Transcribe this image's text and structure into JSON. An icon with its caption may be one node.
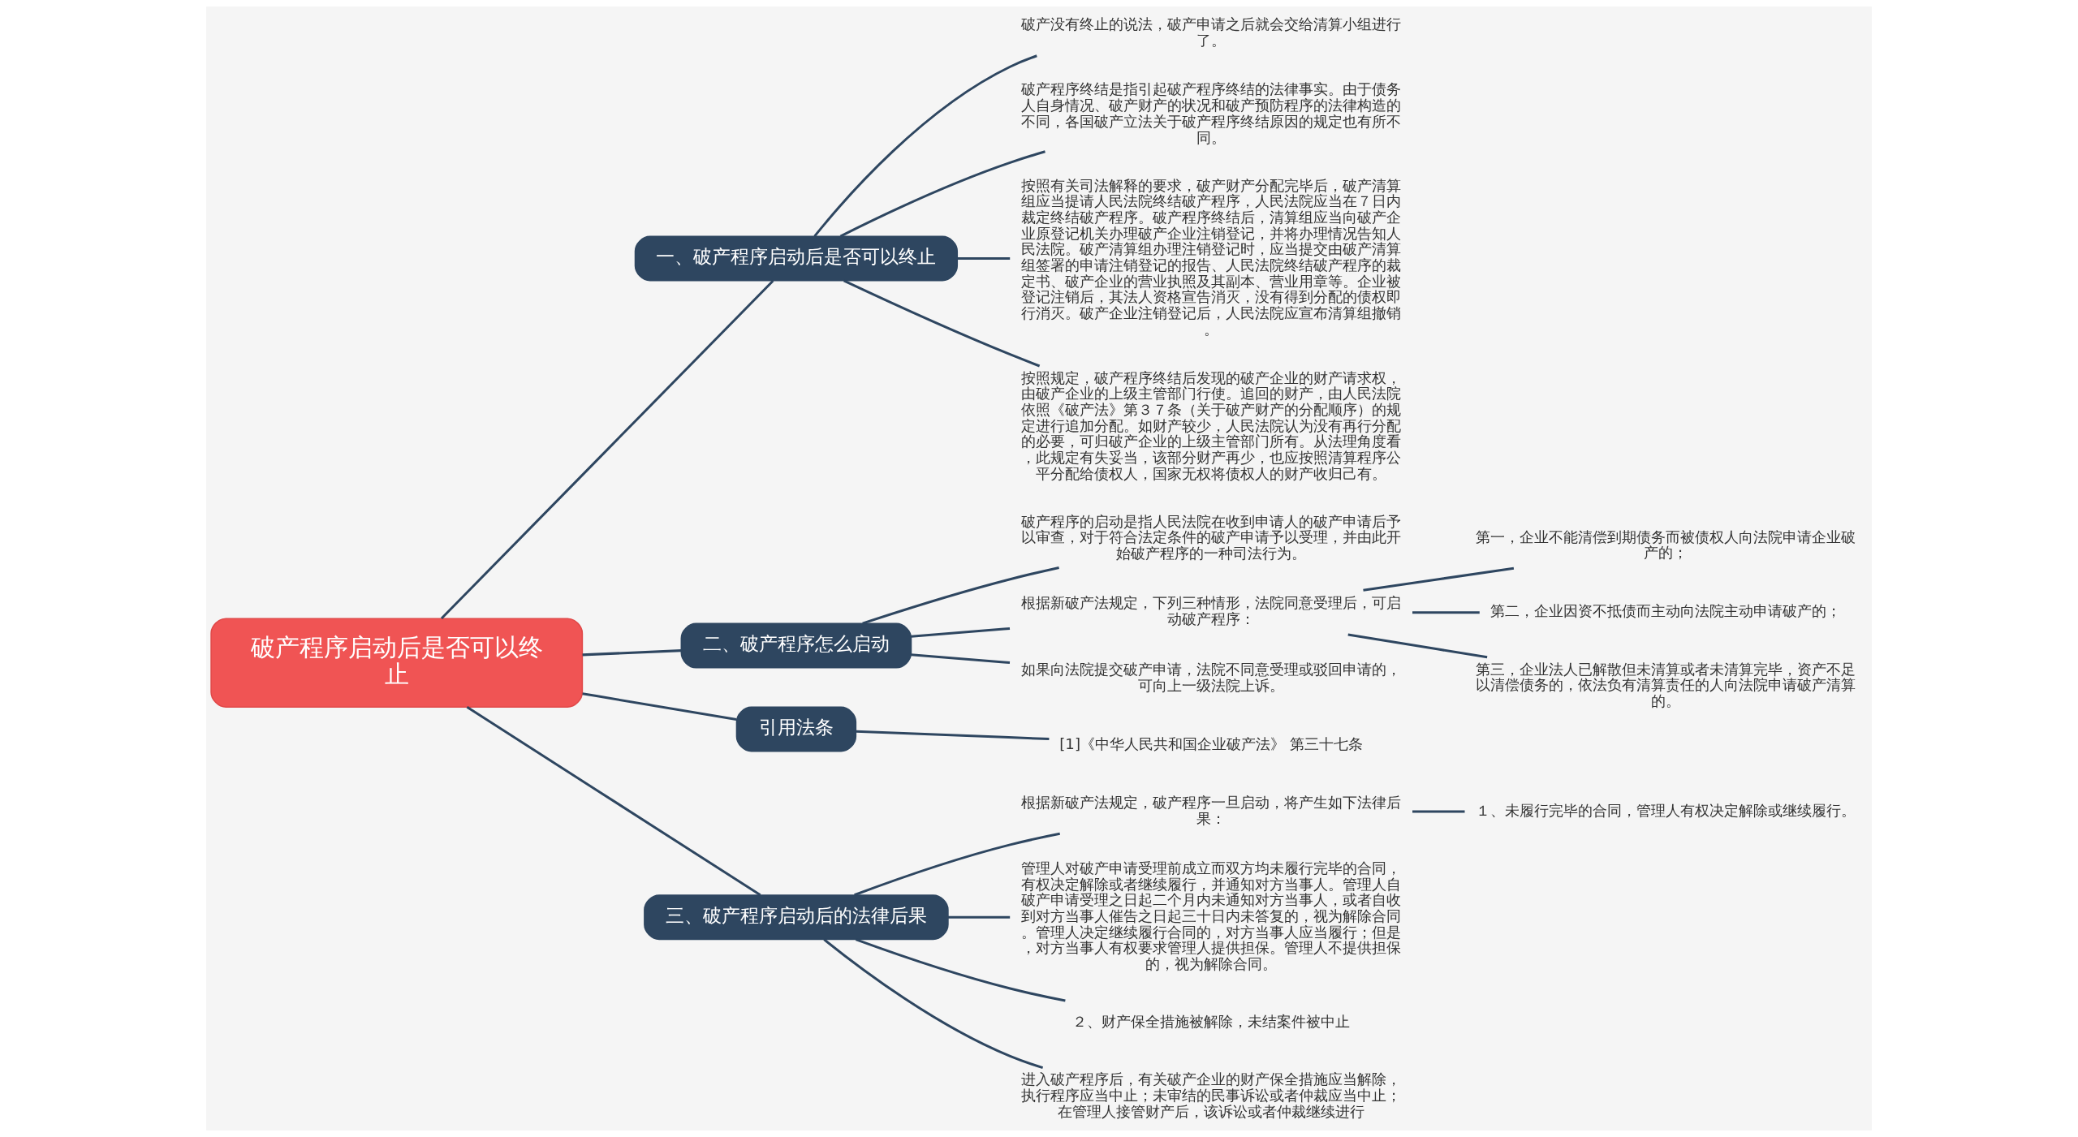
{
  "diagram": {
    "nodes": [
      {
        "text": [
          "破产程序启动后是否可以终止"
        ]
      },
      {
        "text": [
          "一、破产程序启动后是否可以终止"
        ]
      },
      {
        "text": [
          "破产没有终止的说法，破产申请之后就会交给清算小组进行了。"
        ]
      },
      {
        "text": [
          "破产程序终结是指引起破产程序终结的法律事实。由于债务人自身情况、破产财产的状况和破产预防程序的法律构造的不同，各国破产立法关于破产程序终结原因的规定也有所不同。"
        ]
      },
      {
        "text": [
          "按照有关司法解释的要求，破产财产分配完毕后，破产清算组应当提请人民法院终结破产程序，人民法院应当在７日内裁定终结破产程序。破产程序终结后，清算组应当向破产企业原登记机关办理破产企业注销登记，并将办理情况告知人民法院。破产清算组办理注销登记时，应当提交由破产清算组签署的申请注销登记的报告、人民法院终结破产程序的裁定书、破产企业的营业执照及其副本、营业用章等。企业被登记注销后，其法人资格宣告消灭，没有得到分配的债权即行消灭。破产企业注销登记后，人民法院应宣布清算组撤销。"
        ]
      },
      {
        "text": [
          "按照规定，破产程序终结后发现的破产企业的财产请求权，由破产企业的上级主管部门行使。追回的财产，由人民法院依照《破产法》第３７条（关于破产财产的分配顺序）的规定进行追加分配。如财产较少，人民法院认为没有再行分配的必要，可归破产企业的上级主管部门所有。从法理角度看，此规定有失妥当，该部分财产再少，也应按照清算程序公平分配给债权人，国家无权将债权人的财产收归己有。"
        ]
      },
      {
        "text": [
          "二、破产程序怎么启动"
        ]
      },
      {
        "text": [
          "破产程序的启动是指人民法院在收到申请人的破产申请后予以审查，对于符合法定条件的破产申请予以受理，并由此开始破产程序的一种司法行为。"
        ]
      },
      {
        "text": [
          "根据新破产法规定，下列三种情形，法院同意受理后，可启动破产程序："
        ]
      },
      {
        "text": [
          "第一，企业不能清偿到期债务而被债权人向法院申请企业破产的；"
        ]
      },
      {
        "text": [
          "第二，企业因资不抵债而主动向法院主动申请破产的；"
        ]
      },
      {
        "text": [
          "第三，企业法人已解散但未清算或者未清算完毕，资产不足以清偿债务的，依法负有清算责任的人向法院申请破产清算的。"
        ]
      },
      {
        "text": [
          "如果向法院提交破产申请，法院不同意受理或驳回申请的，可向上一级法院上诉。"
        ]
      },
      {
        "text": [
          "引用法条"
        ]
      },
      {
        "text": [
          "[1]《中华人民共和国企业破产法》 第三十七条"
        ]
      },
      {
        "text": [
          "三、破产程序启动后的法律后果"
        ]
      },
      {
        "text": [
          "根据新破产法规定，破产程序一旦启动，将产生如下法律后果："
        ]
      },
      {
        "text": [
          "１、未履行完毕的合同，管理人有权决定解除或继续履行。"
        ]
      },
      {
        "text": [
          "管理人对破产申请受理前成立而双方均未履行完毕的合同，有权决定解除或者继续履行，并通知对方当事人。管理人自破产申请受理之日起二个月内未通知对方当事人，或者自收到对方当事人催告之日起三十日内未答复的，视为解除合同。管理人决定继续履行合同的，对方当事人应当履行；但是，对方当事人有权要求管理人提供担保。管理人不提供担保的，视为解除合同。"
        ]
      },
      {
        "text": [
          "２、财产保全措施被解除，未结案件被中止"
        ]
      },
      {
        "text": [
          "进入破产程序后，有关破产企业的财产保全措施应当解除，执行程序应当中止；未审结的民事诉讼或者仲裁应当中止；在管理人接管财产后，该诉讼或者仲裁继续进行"
        ]
      }
    ],
    "edges": [
      {
        "from": 0,
        "to": 1,
        "arrow": "none"
      },
      {
        "from": 1,
        "to": 2,
        "arrow": "none"
      },
      {
        "from": 1,
        "to": 3,
        "arrow": "none"
      },
      {
        "from": 1,
        "to": 4,
        "arrow": "none"
      },
      {
        "from": 1,
        "to": 5,
        "arrow": "none"
      },
      {
        "from": 0,
        "to": 6,
        "arrow": "none"
      },
      {
        "from": 6,
        "to": 7,
        "arrow": "none"
      },
      {
        "from": 6,
        "to": 8,
        "arrow": "none"
      },
      {
        "from": 8,
        "to": 9,
        "arrow": "none"
      },
      {
        "from": 8,
        "to": 10,
        "arrow": "none"
      },
      {
        "from": 8,
        "to": 11,
        "arrow": "none"
      },
      {
        "from": 6,
        "to": 12,
        "arrow": "none"
      },
      {
        "from": 0,
        "to": 13,
        "arrow": "none"
      },
      {
        "from": 13,
        "to": 14,
        "arrow": "none"
      },
      {
        "from": 0,
        "to": 15,
        "arrow": "none"
      },
      {
        "from": 15,
        "to": 16,
        "arrow": "none"
      },
      {
        "from": 16,
        "to": 17,
        "arrow": "none"
      },
      {
        "from": 15,
        "to": 18,
        "arrow": "none"
      },
      {
        "from": 15,
        "to": 19,
        "arrow": "none"
      },
      {
        "from": 15,
        "to": 20,
        "arrow": "none"
      }
    ]
  }
}
